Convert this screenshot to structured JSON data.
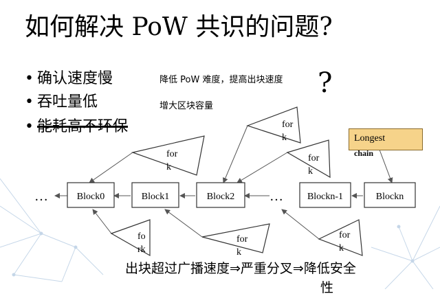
{
  "title": "如何解决 PoW 共识的问题?",
  "bullets": [
    {
      "dot": "•",
      "text": "确认速度慢"
    },
    {
      "dot": "•",
      "text": "吞吐量低"
    },
    {
      "dot": "•",
      "text": "能耗高不环保"
    }
  ],
  "notes": {
    "speed": "降低 PoW 难度，提高出块速度",
    "capacity": "增大区块容量"
  },
  "question_mark": "?",
  "ellipsis": "…",
  "blocks": [
    "Block0",
    "Block1",
    "Block2",
    "Blockn-1",
    "Blockn"
  ],
  "fork_labels": {
    "f1a": "for",
    "f1b": "k",
    "f2a": "for",
    "f2b": "k",
    "f3a": "for",
    "f3b": "k",
    "f4a": "fo",
    "f4b": "rk",
    "f5a": "for",
    "f5b": "k",
    "f6a": "for",
    "f6b": "k"
  },
  "longest_chain": {
    "line1": "Longest",
    "line2": "chain"
  },
  "bottom_text": {
    "line1": "出块超过广播速度⇒严重分叉⇒降低安全",
    "line2": "性"
  },
  "colors": {
    "longest_fill": "#f6d38a",
    "network": "#b7cde3"
  }
}
